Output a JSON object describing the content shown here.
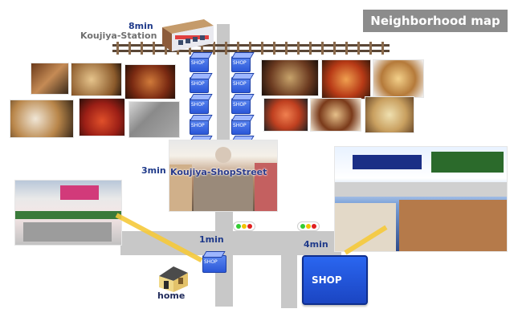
{
  "title": "Neighborhood map",
  "labels": {
    "station_time": "8min",
    "station_name": "Koujiya-Station",
    "shopstreet_time": "3min",
    "shopstreet_name": "Koujiya-ShopStreet",
    "small_shop_time": "1min",
    "big_shop_time": "4min",
    "home": "home",
    "big_shop": "SHOP",
    "small_shop": "SHOP"
  },
  "icons": {
    "train": "train-icon",
    "house": "house-icon",
    "shop": "shop-icon",
    "traffic_signal": "traffic-signal-icon"
  },
  "colors": {
    "title_bg": "#8c8c8c",
    "road": "#c8c8c8",
    "shop_blue": "#2b57d8",
    "callout": "#f5c93a",
    "signal_green": "#33cc33",
    "signal_yellow": "#f2c200",
    "signal_red": "#e02020"
  }
}
